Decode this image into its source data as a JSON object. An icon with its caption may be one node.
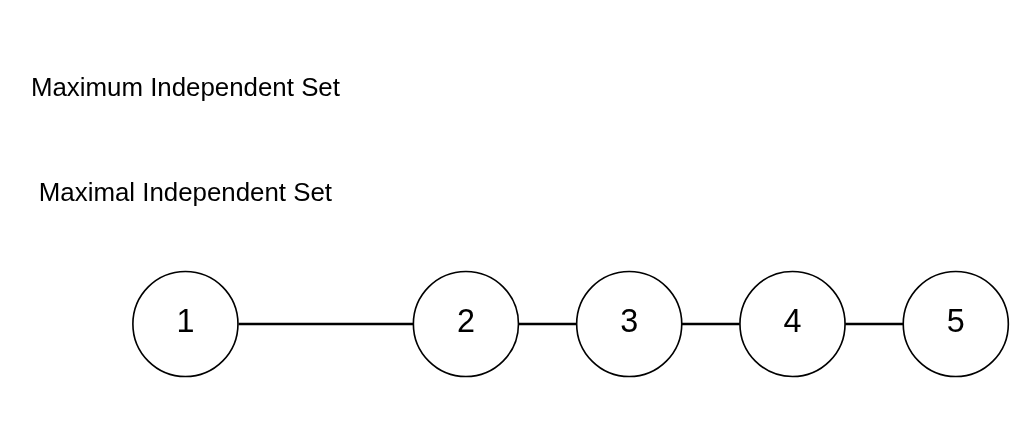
{
  "diagram": {
    "nodes": [
      {
        "text": [
          "1"
        ]
      },
      {
        "text": [
          "2"
        ]
      },
      {
        "text": [
          "3"
        ]
      },
      {
        "text": [
          "4"
        ]
      },
      {
        "text": [
          "5"
        ]
      }
    ],
    "edges": [
      {
        "from": 0,
        "to": 1,
        "arrow": "none"
      },
      {
        "from": 1,
        "to": 2,
        "arrow": "none"
      },
      {
        "from": 2,
        "to": 3,
        "arrow": "none"
      },
      {
        "from": 3,
        "to": 4,
        "arrow": "none"
      }
    ],
    "labels": [
      "Maximal Independent Set",
      "Maximum Independent Set"
    ]
  }
}
